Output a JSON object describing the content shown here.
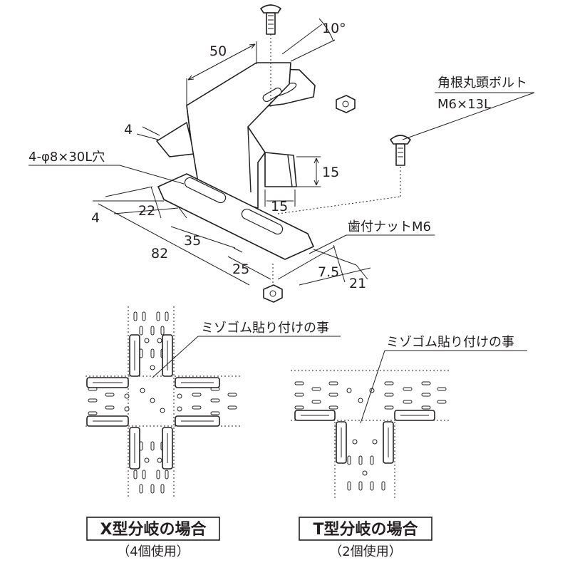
{
  "dimensions": {
    "angle": "10°",
    "w50": "50",
    "t4_top": "4",
    "h15": "15",
    "d15": "15",
    "t4_left": "4",
    "d22": "22",
    "d35": "35",
    "d82": "82",
    "d25": "25",
    "d7_5": "7.5",
    "d21": "21"
  },
  "callouts": {
    "bolt_name": "角根丸頭ボルト",
    "bolt_size": "M6×13L",
    "holes": "4-φ8×30L穴",
    "nut": "歯付ナットM6",
    "rubber_x": "ミゾゴム貼り付けの事",
    "rubber_t": "ミゾゴム貼り付けの事"
  },
  "cases": {
    "x_title": "X型分岐の場合",
    "x_count": "（4個使用）",
    "t_title": "T型分岐の場合",
    "t_count": "（2個使用）"
  }
}
